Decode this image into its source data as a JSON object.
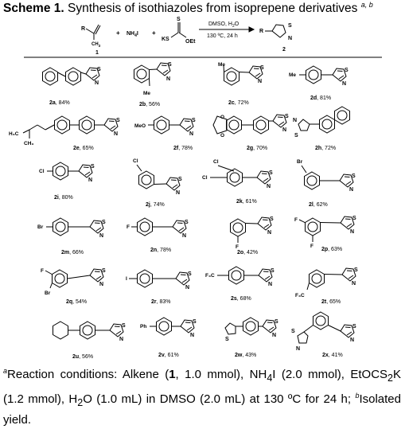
{
  "scheme": {
    "label": "Scheme 1.",
    "title_text": " Synthesis of isothiazoles from isoprepene derivatives",
    "title_marks": "a, b"
  },
  "reaction": {
    "reactant_r": "R",
    "reactant_ch3": "CH",
    "reactant_ch3_sub": "3",
    "reactant_number": "1",
    "plus": "+",
    "reagent_nh4i": "NH",
    "reagent_nh4i_sub": "4",
    "reagent_nh4i_tail": "I",
    "reagent_ks": "KS",
    "reagent_s": "S",
    "reagent_oet": "OEt",
    "conditions_top": "DMSO, H",
    "conditions_top_sub": "2",
    "conditions_top_tail": "O",
    "conditions_bottom": "130 ºC, 24 h",
    "product_r": "R",
    "product_number": "2"
  },
  "atoms": {
    "S": "S",
    "N": "N",
    "Me": "Me",
    "MeO": "MeO",
    "Cl": "Cl",
    "Br": "Br",
    "F": "F",
    "I": "I",
    "F3C": "F₃C",
    "H3C": "H₃C",
    "CH3": "CH₃",
    "Ph": "Ph"
  },
  "compounds": [
    {
      "id": "2a",
      "yield": "84%"
    },
    {
      "id": "2b",
      "yield": "56%"
    },
    {
      "id": "2c",
      "yield": "72%"
    },
    {
      "id": "2d",
      "yield": "81%"
    },
    {
      "id": "2e",
      "yield": "65%"
    },
    {
      "id": "2f",
      "yield": "78%"
    },
    {
      "id": "2g",
      "yield": "70%"
    },
    {
      "id": "2h",
      "yield": "72%"
    },
    {
      "id": "2i",
      "yield": "80%"
    },
    {
      "id": "2j",
      "yield": "74%"
    },
    {
      "id": "2k",
      "yield": "61%"
    },
    {
      "id": "2l",
      "yield": "62%"
    },
    {
      "id": "2m",
      "yield": "66%"
    },
    {
      "id": "2n",
      "yield": "78%"
    },
    {
      "id": "2o",
      "yield": "42%"
    },
    {
      "id": "2p",
      "yield": "63%"
    },
    {
      "id": "2q",
      "yield": "54%"
    },
    {
      "id": "2r",
      "yield": "83%"
    },
    {
      "id": "2s",
      "yield": "68%"
    },
    {
      "id": "2t",
      "yield": "65%"
    },
    {
      "id": "2u",
      "yield": "56%"
    },
    {
      "id": "2v",
      "yield": "61%"
    },
    {
      "id": "2w",
      "yield": "43%"
    },
    {
      "id": "2x",
      "yield": "41%"
    }
  ],
  "footnote": {
    "mark_a": "a",
    "text_a_1": "Reaction conditions: Alkene (",
    "alkene_num": "1",
    "text_a_2": ", 1.0 mmol), NH",
    "nh4_sub": "4",
    "text_a_3": "I (2.0 mmol), EtOCS",
    "cs2_sub": "2",
    "text_a_4": "K (1.2 mmol), H",
    "h2o_sub": "2",
    "text_a_5": "O (1.0 mL) in DMSO (2.0 mL) at 130 ºC for 24 h; ",
    "mark_b": "b",
    "text_b": "Isolated yield."
  }
}
